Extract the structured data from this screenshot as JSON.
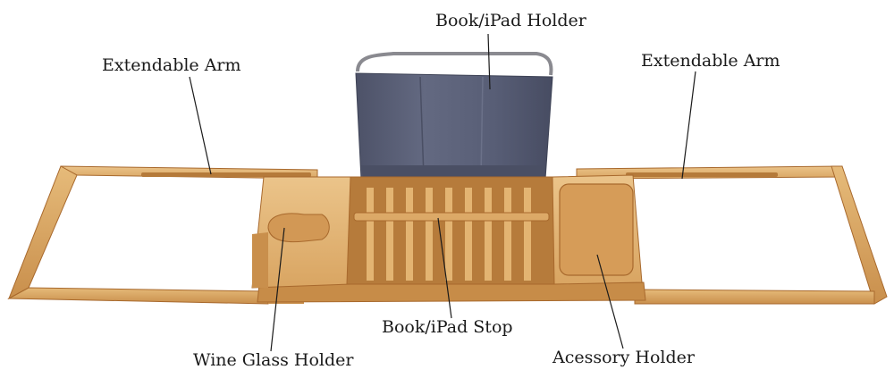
{
  "labels": {
    "book_ipad_holder": "Book/iPad Holder",
    "extendable_arm_left": "Extendable Arm",
    "extendable_arm_right": "Extendable Arm",
    "book_ipad_stop": "Book/iPad Stop",
    "wine_glass_holder": "Wine Glass Holder",
    "accessory_holder": "Acessory Holder"
  },
  "colors": {
    "bamboo_light": "#e2b36e",
    "bamboo_mid": "#cf9550",
    "bamboo_dark": "#a8692d",
    "fabric": "#5c6178",
    "fabric_dark": "#444a60",
    "metal_rod": "#8a8a90",
    "leader_line": "#1a1a1a",
    "text": "#1a1a1a"
  }
}
